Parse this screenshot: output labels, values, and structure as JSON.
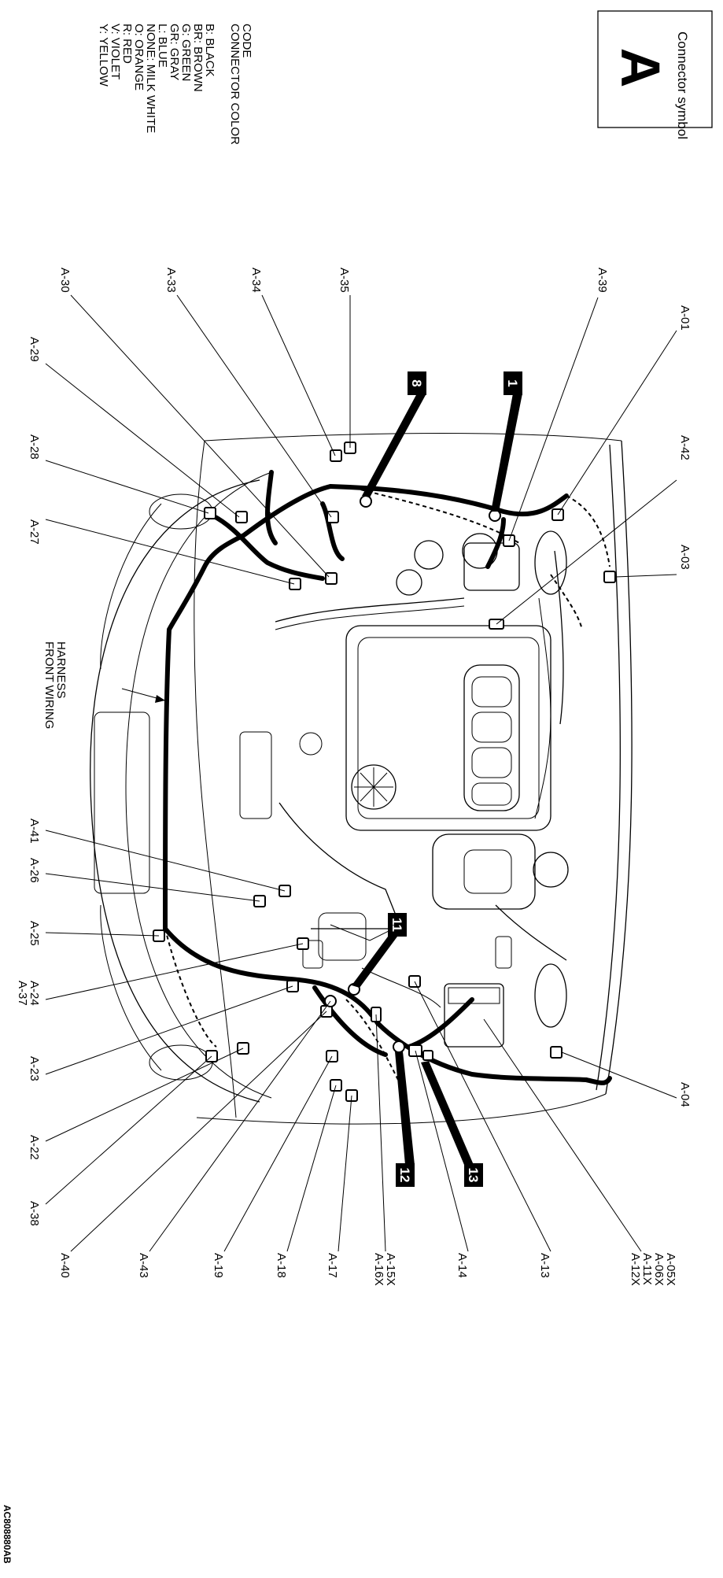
{
  "symbol_box": {
    "caption": "Connector symbol",
    "letter": "A"
  },
  "legend": {
    "title": "CONNECTOR COLOR CODE",
    "items": [
      "B: BLACK",
      "BR: BROWN",
      "G: GREEN",
      "GR: GRAY",
      "L: BLUE",
      "NONE: MILK WHITE",
      "O: ORANGE",
      "R: RED",
      "V: VIOLET",
      "Y: YELLOW"
    ]
  },
  "harness_label": "FRONT WIRING HARNESS",
  "figure_code": "AC808880AB",
  "callouts": [
    "1",
    "8",
    "11",
    "12",
    "13"
  ],
  "connector_labels": {
    "a30": "A-30",
    "a33": "A-33",
    "a34": "A-34",
    "a35": "A-35",
    "a39": "A-39",
    "a29": "A-29",
    "a01": "A-01",
    "a28": "A-28",
    "a42": "A-42",
    "a27": "A-27",
    "a03": "A-03",
    "a41": "A-41",
    "a26": "A-26",
    "a25": "A-25",
    "a24": "A-24",
    "a37": "A-37",
    "a23": "A-23",
    "a22": "A-22",
    "a38": "A-38",
    "a04": "A-04",
    "a40": "A-40",
    "a43": "A-43",
    "a19": "A-19",
    "a18": "A-18",
    "a17": "A-17",
    "a15x": "A-15X",
    "a16x": "A-16X",
    "a14": "A-14",
    "a13": "A-13",
    "a05x": "A-05X",
    "a06x": "A-06X",
    "a11x": "A-11X",
    "a12x": "A-12X"
  }
}
